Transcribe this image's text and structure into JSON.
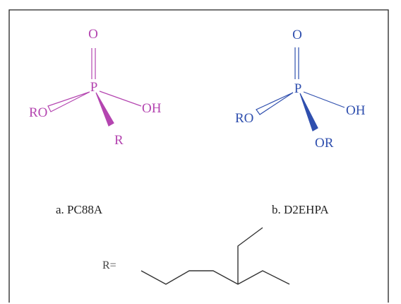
{
  "colors": {
    "pc88a": "#b445b0",
    "d2ehpa": "#2f4fae",
    "ink": "#333333",
    "frame": "#222222"
  },
  "pc88a": {
    "oxygen": "O",
    "phosphorus": "P",
    "alkoxy": "RO",
    "hydroxyl": "OH",
    "alkyl": "R",
    "caption": "a. PC88A"
  },
  "d2ehpa": {
    "oxygen": "O",
    "phosphorus": "P",
    "alkoxy": "RO",
    "hydroxyl": "OH",
    "alkoxy2": "OR",
    "caption": "b. D2EHPA"
  },
  "r_group": {
    "label": "R="
  }
}
